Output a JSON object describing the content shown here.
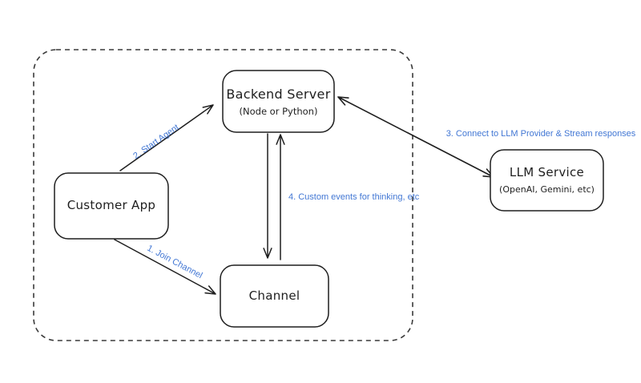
{
  "diagram": {
    "background": "#ffffff",
    "stroke_color": "#1e1e1e",
    "boundary_color": "#3a3a3a",
    "label_color": "#4277d4",
    "nodes": {
      "backend_server": {
        "title": "Backend Server",
        "subtitle": "(Node or Python)"
      },
      "customer_app": {
        "title": "Customer App"
      },
      "channel": {
        "title": "Channel"
      },
      "llm_service": {
        "title": "LLM Service",
        "subtitle": "(OpenAI, Gemini, etc)"
      }
    },
    "edges": {
      "join_channel": {
        "label": "1. Join Channel",
        "from": "customer_app",
        "to": "channel",
        "bidirectional": false
      },
      "start_agent": {
        "label": "2. Start Agent",
        "from": "customer_app",
        "to": "backend_server",
        "bidirectional": false
      },
      "connect_llm": {
        "label": "3. Connect to LLM Provider & Stream responses",
        "from": "backend_server",
        "to": "llm_service",
        "bidirectional": true
      },
      "custom_events": {
        "label": "4. Custom events for thinking, etc",
        "from": "backend_server",
        "to": "channel",
        "bidirectional": true
      }
    }
  }
}
